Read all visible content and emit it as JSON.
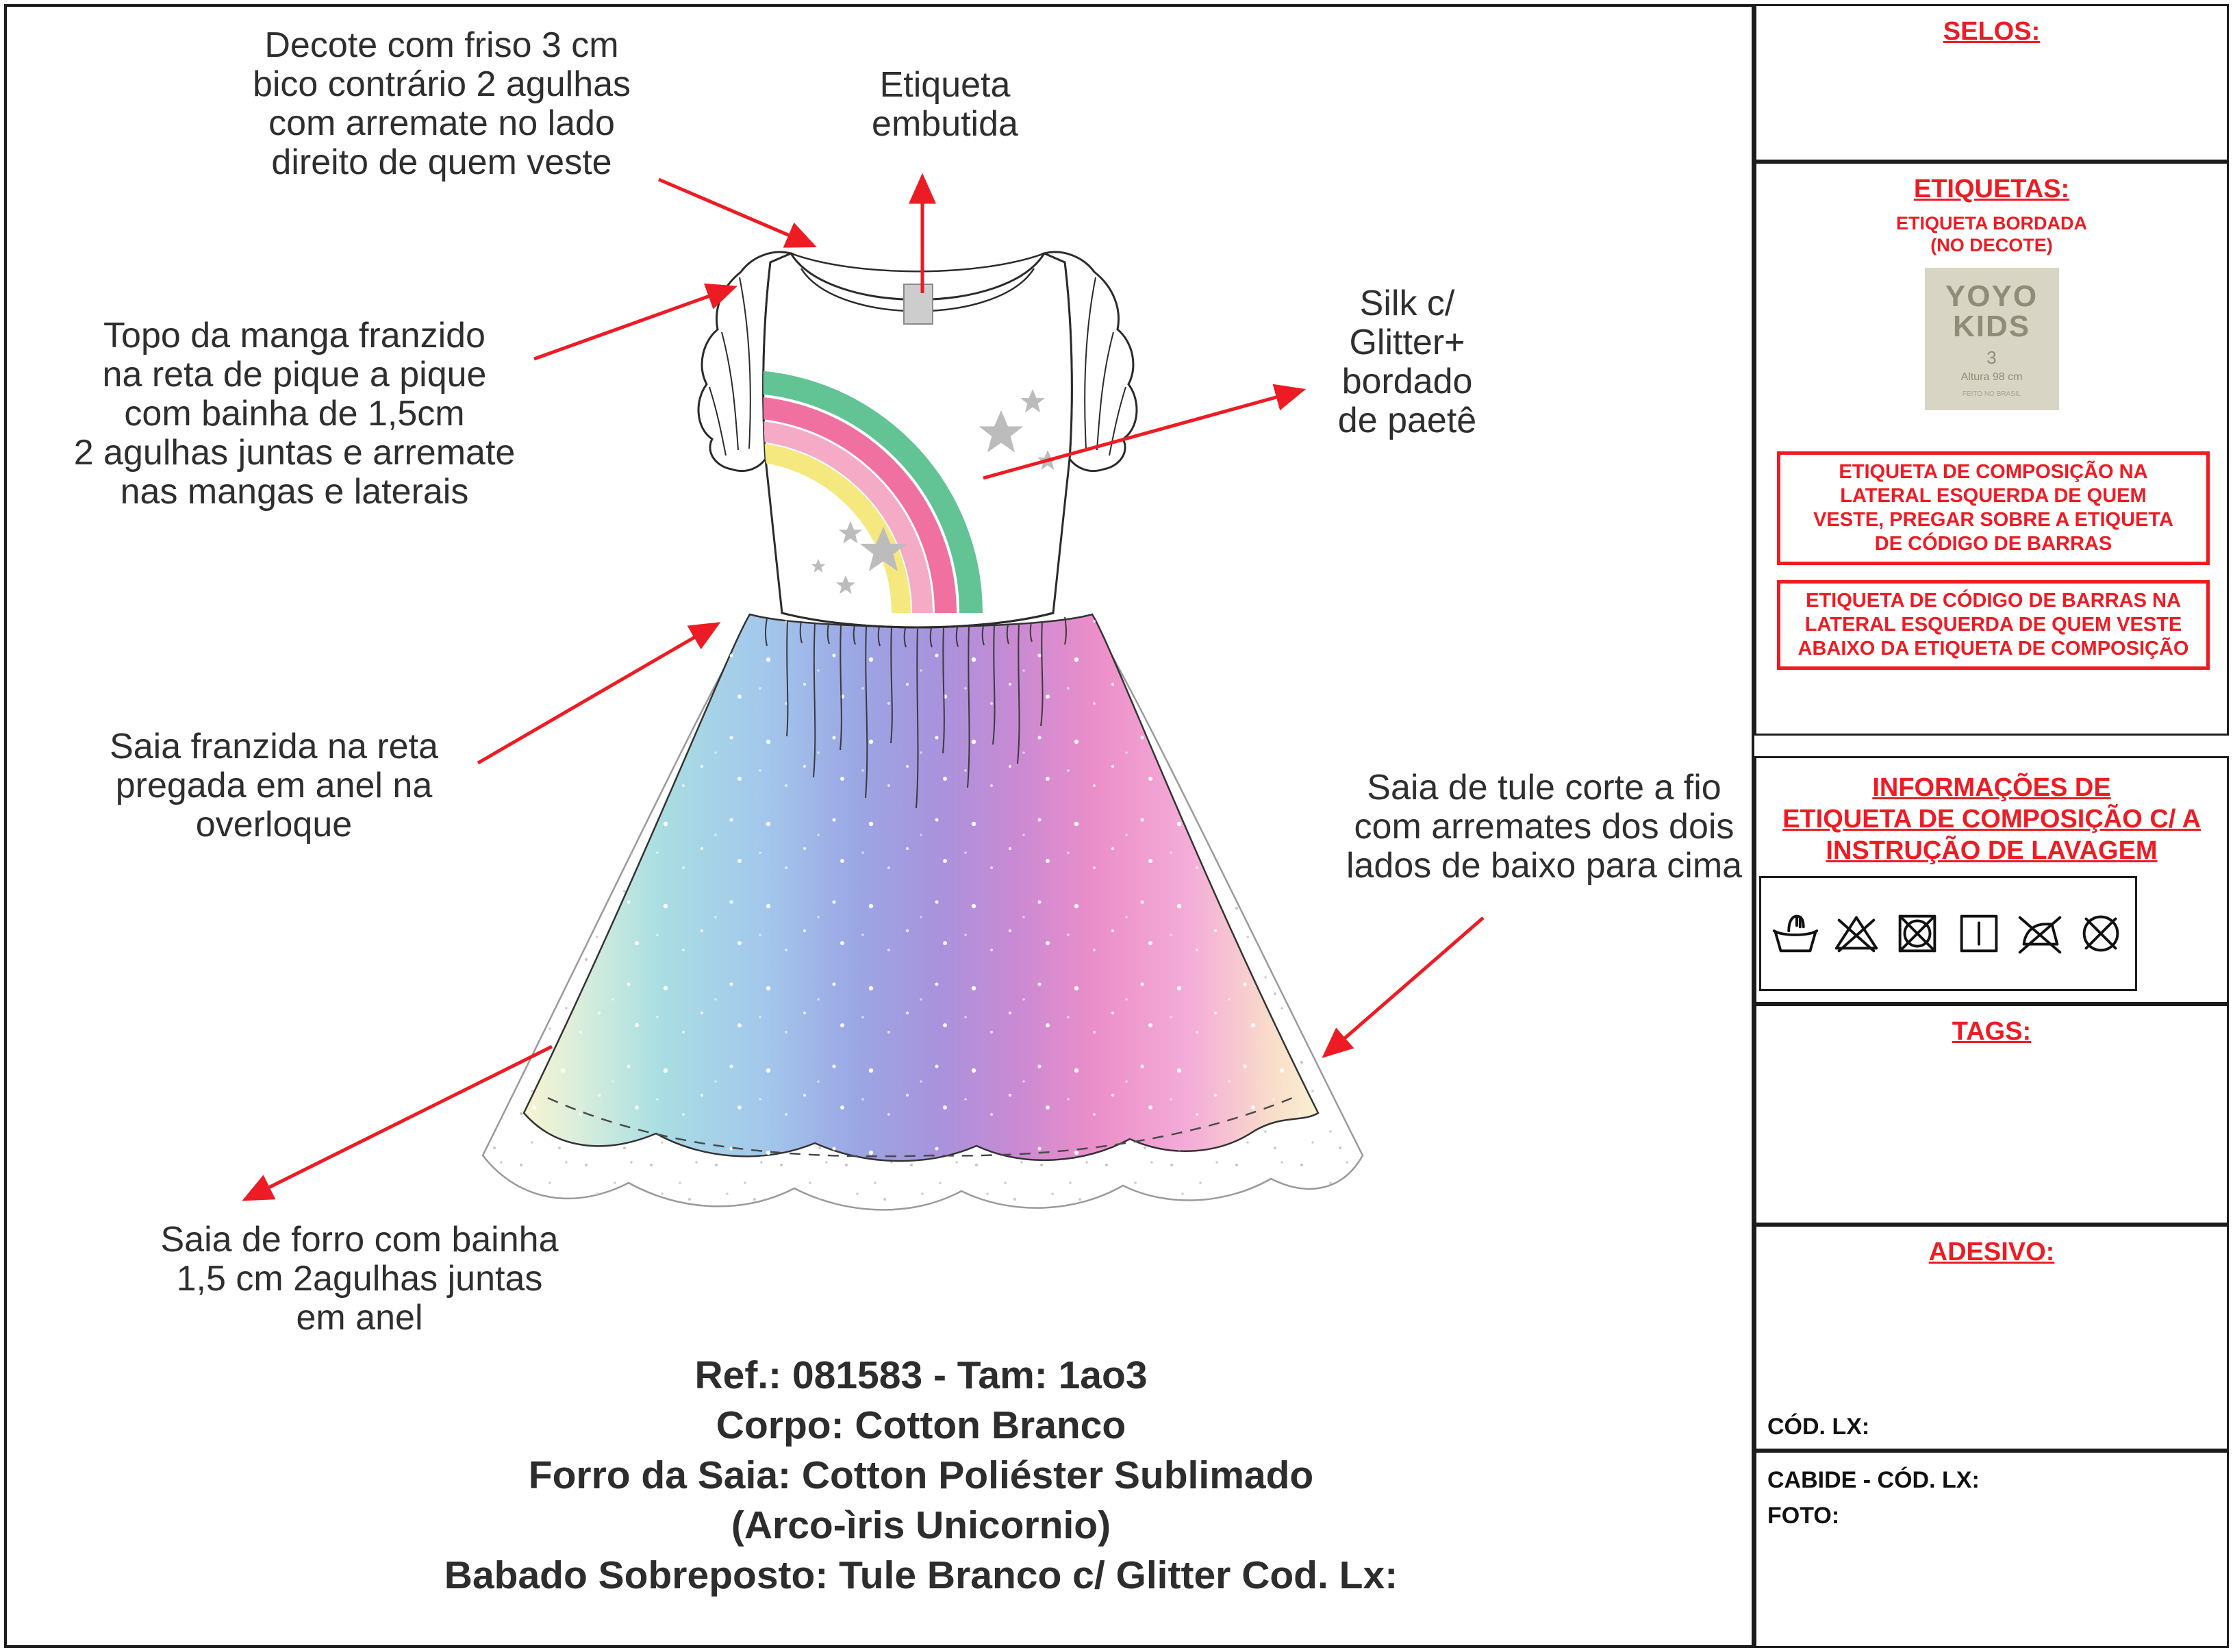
{
  "colors": {
    "accent_red": "#ed1c24",
    "text": "#2e2e2e",
    "rainbow_green": "#62c495",
    "rainbow_pink": "#f0719f",
    "rainbow_light_pink": "#f5abc6",
    "rainbow_yellow": "#f5e87e",
    "star_gray": "#bcbcbc",
    "label_beige": "#d9d5c5",
    "skirt_gradient": [
      "#f9f3cf",
      "#a9dee2",
      "#9ba6e4",
      "#ec8ec9",
      "#fbf0d2"
    ]
  },
  "annotations": {
    "decote": "Decote com friso 3 cm\nbico contrário 2 agulhas\ncom arremate no lado\ndireito de quem veste",
    "etiqueta": "Etiqueta\nembutida",
    "manga": "Topo da manga franzido\nna reta de pique a pique\ncom bainha de 1,5cm\n2 agulhas juntas e arremate\nnas mangas e laterais",
    "silk": "Silk c/\nGlitter+\nbordado\nde paetê",
    "saia_franzida": "Saia franzida na reta\npregada em anel na\noverloque",
    "saia_tule": "Saia de tule corte a fio\ncom arremates dos dois\nlados de baixo para cima",
    "saia_forro": "Saia de forro com bainha\n1,5 cm 2agulhas juntas\nem anel"
  },
  "footer": {
    "line1": "Ref.: 081583 - Tam: 1ao3",
    "line2": "Corpo: Cotton Branco",
    "line3": "Forro da Saia: Cotton Poliéster Sublimado",
    "line4": "(Arco-ìris Unicornio)",
    "line5": "Babado Sobreposto: Tule Branco c/ Glitter Cod. Lx:"
  },
  "sidebar": {
    "selos_title": "SELOS:",
    "etiquetas_title": "ETIQUETAS:",
    "etiqueta_bordada": "ETIQUETA BORDADA\n(NO DECOTE)",
    "label": {
      "brand_line1": "YOYO",
      "brand_line2": "KIDS",
      "size": "3",
      "height": "Altura 98 cm",
      "origin": "FEITO NO BRASIL"
    },
    "comp_box": "ETIQUETA DE COMPOSIÇÃO NA\nLATERAL ESQUERDA DE QUEM\nVESTE, PREGAR SOBRE A ETIQUETA\nDE CÓDIGO DE BARRAS",
    "barcode_box": "ETIQUETA DE CÓDIGO DE BARRAS NA\nLATERAL ESQUERDA DE QUEM VESTE\nABAIXO DA ETIQUETA DE COMPOSIÇÃO",
    "care_title": "INFORMAÇÕES DE\nETIQUETA DE COMPOSIÇÃO C/ A\nINSTRUÇÃO DE LAVAGEM",
    "care_symbols": [
      "hand-wash",
      "do-not-bleach",
      "do-not-tumble-dry",
      "line-dry",
      "do-not-iron",
      "do-not-dry-clean"
    ],
    "tags_title": "TAGS:",
    "adesivo_title": "ADESIVO:",
    "cod_lx": "CÓD. LX:",
    "cabide": "CABIDE - CÓD. LX:",
    "foto": "FOTO:"
  }
}
